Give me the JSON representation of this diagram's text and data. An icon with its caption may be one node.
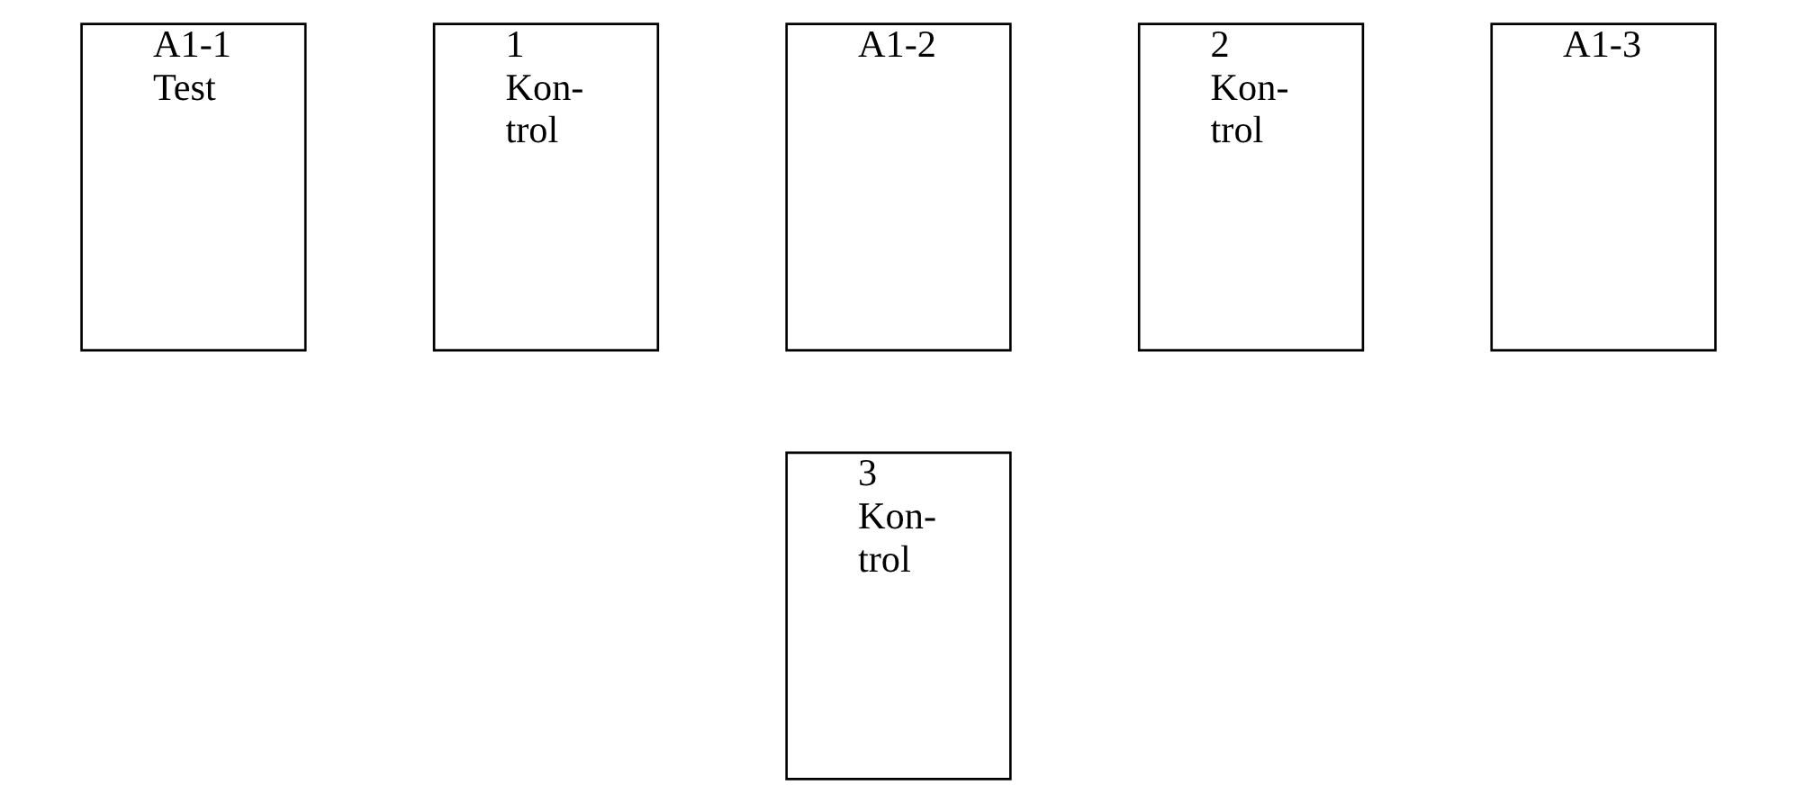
{
  "diagram": {
    "nodes": [
      {
        "text": [
          "A1-1 Test"
        ]
      },
      {
        "text": [
          "1 Kon- trol"
        ]
      },
      {
        "text": [
          "A1-2"
        ]
      },
      {
        "text": [
          "2 Kon- trol"
        ]
      },
      {
        "text": [
          "A1-3"
        ]
      },
      {
        "text": [
          "3 Kon- trol"
        ]
      }
    ]
  }
}
